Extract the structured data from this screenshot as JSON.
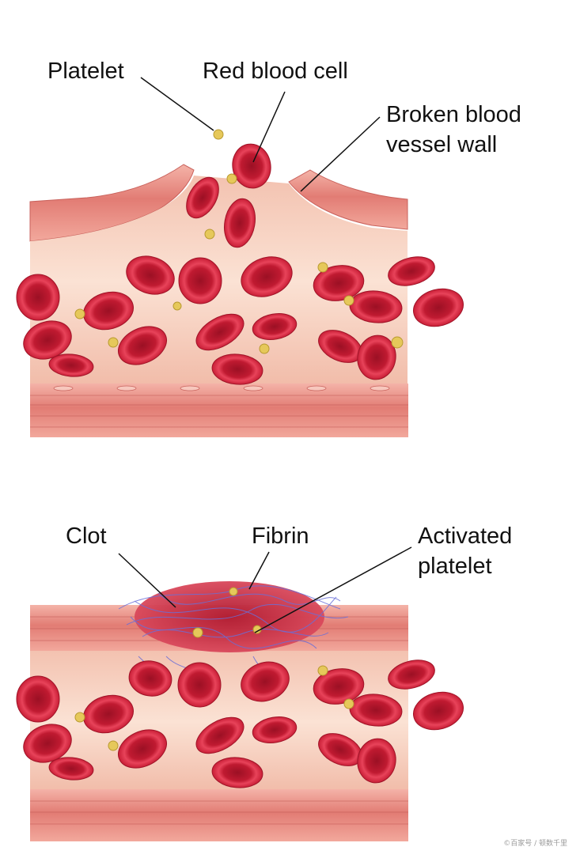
{
  "top_panel": {
    "labels": {
      "platelet": "Platelet",
      "red_blood_cell": "Red blood cell",
      "broken_wall_line1": "Broken blood",
      "broken_wall_line2": "vessel wall"
    }
  },
  "bottom_panel": {
    "labels": {
      "clot": "Clot",
      "fibrin": "Fibrin",
      "activated_line1": "Activated",
      "activated_line2": "platelet"
    }
  },
  "watermark": "©百家号 / 顿数千里",
  "colors": {
    "vessel_wall": "#e8837c",
    "vessel_lumen": "#f7d3c2",
    "rbc": "#d8283f",
    "rbc_center": "#a8162a",
    "platelet": "#e6c85a",
    "fibrin": "#6a6fd8"
  }
}
